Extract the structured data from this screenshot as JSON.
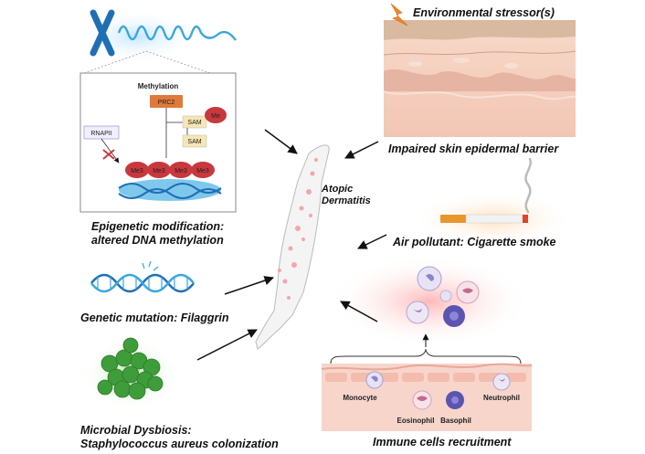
{
  "labels": {
    "epigenetic_line1": "Epigenetic modification:",
    "epigenetic_line2": "altered DNA methylation",
    "genetic": "Genetic mutation: Filaggrin",
    "microbial_line1": "Microbial Dysbiosis:",
    "microbial_line2": "Staphylococcus aureus colonization",
    "environmental": "Environmental stressor(s)",
    "skin_barrier": "Impaired skin epidermal barrier",
    "atopic_line1": "Atopic",
    "atopic_line2": "Dermatitis",
    "air_pollutant": "Air pollutant: Cigarette smoke",
    "immune": "Immune cells recruitment"
  },
  "methylation_panel": {
    "title": "Methylation",
    "prc2": "PRC2",
    "sam": "SAM",
    "me": "Me",
    "rnapii": "RNAPII",
    "me3": "Me3"
  },
  "immune_cells": {
    "monocyte": "Monocyte",
    "eosinophil": "Eosinophil",
    "basophil": "Basophil",
    "neutrophil": "Neutrophil"
  },
  "colors": {
    "dna_blue": "#3aa6e0",
    "dna_dark": "#1f6fb5",
    "me3_red": "#c8383d",
    "prc2_orange": "#e07a3a",
    "sam_yellow": "#f6e6b4",
    "skin_pink": "#f3c2b0",
    "bacteria_green": "#3f9c3a",
    "basophil_purple": "#5b54b0"
  }
}
